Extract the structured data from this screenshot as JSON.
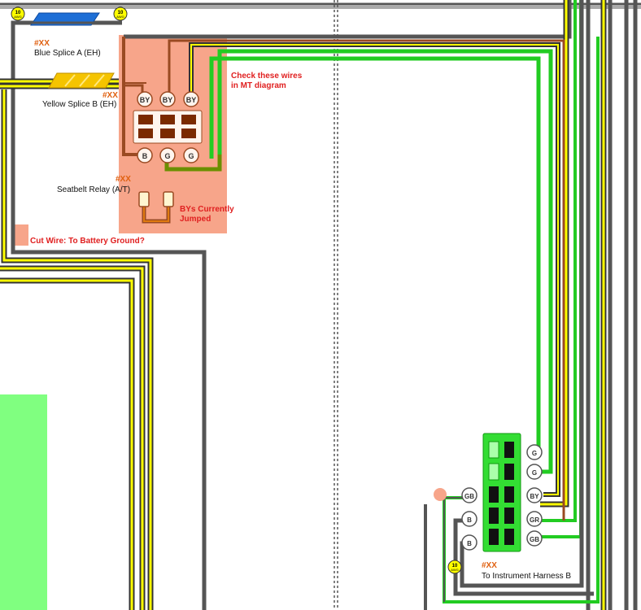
{
  "labels": {
    "blue_splice_id": "#XX",
    "blue_splice_name": "Blue Splice A (EH)",
    "yellow_splice_id": "#XX",
    "yellow_splice_name": "Yellow Splice B (EH)",
    "relay_id": "#XX",
    "relay_name": "Seatbelt Relay (A/T)",
    "harness_id": "#XX",
    "harness_name": "To Instrument Harness B"
  },
  "notes": {
    "check_wires_line1": "Check these wires",
    "check_wires_line2": "in MT diagram",
    "bys_jumped_line1": "BYs Currently",
    "bys_jumped_line2": "Jumped",
    "cut_wire": "Cut Wire: To Battery Ground?"
  },
  "gauge_badges": {
    "top_left": {
      "num": "10",
      "unit": "AWG"
    },
    "top_right": {
      "num": "10",
      "unit": "AWG"
    },
    "bottom": {
      "num": "10",
      "unit": "AWG"
    }
  },
  "relay_pins": {
    "top": [
      "BY",
      "BY",
      "BY"
    ],
    "bottom": [
      "B",
      "G",
      "G"
    ]
  },
  "harness_pins": {
    "right": [
      "G",
      "G",
      "BY",
      "GR",
      "GB"
    ],
    "left": [
      "GB",
      "B",
      "B"
    ]
  },
  "colors": {
    "black_wire": "#555555",
    "yellow_wire": "#ffff00",
    "green_wire": "#22cc22",
    "brown_wire": "#9a4a22",
    "orange_wire": "#e07a10",
    "highlight": "#f7a58a",
    "note_red": "#e02020",
    "id_orange": "#e06010",
    "blue_splice": "#1e6fd6",
    "yellow_splice": "#f5c400",
    "connector_green": "#33dd33",
    "green_panel": "#80ff80"
  }
}
